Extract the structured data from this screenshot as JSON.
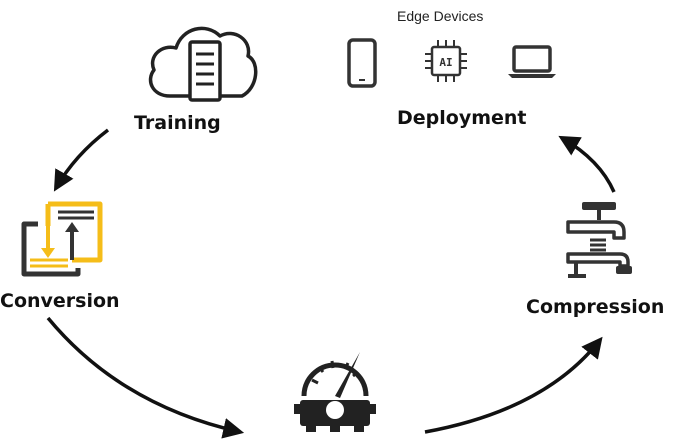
{
  "diagram": {
    "nodes": {
      "training": {
        "label": "Training",
        "icon": "cloud-server-icon"
      },
      "deployment": {
        "label": "Deployment",
        "group_title": "Edge Devices",
        "devices": [
          {
            "icon": "smartphone-icon"
          },
          {
            "icon": "ai-chip-icon",
            "text": "AI"
          },
          {
            "icon": "laptop-icon"
          }
        ]
      },
      "conversion": {
        "label": "Conversion",
        "icon": "convert-arrows-icon"
      },
      "compression": {
        "label": "Compression",
        "icon": "clamp-icon"
      },
      "optimization": {
        "icon": "gauge-gear-icon"
      }
    },
    "edges": [
      {
        "from": "training",
        "to": "conversion"
      },
      {
        "from": "conversion",
        "to": "optimization"
      },
      {
        "from": "optimization",
        "to": "compression"
      },
      {
        "from": "compression",
        "to": "deployment"
      }
    ],
    "colors": {
      "accent": "#F5BD19",
      "ink": "#111111",
      "icon_dark": "#333333"
    }
  }
}
